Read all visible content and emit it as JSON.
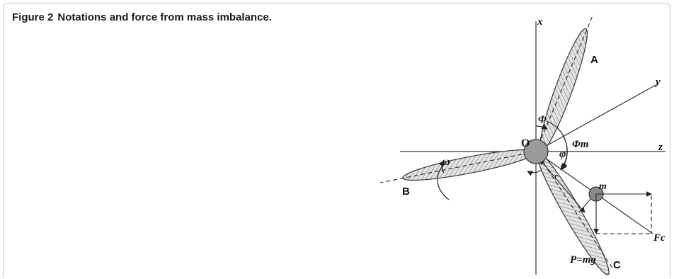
{
  "figure": {
    "number": "Figure 2",
    "title": "Notations and force from mass imbalance."
  },
  "diagram": {
    "origin_label": "O",
    "axes": {
      "x": "x",
      "y": "y",
      "z": "z"
    },
    "blades": {
      "a": "A",
      "b": "B",
      "c": "C"
    },
    "angles": {
      "Phi": "Φ",
      "phi": "φ",
      "Phi_m": "Φm",
      "omega": "ω"
    },
    "mass_label": "m",
    "radius_label": "r",
    "force_centrifugal": "Fc",
    "force_gravity": "P=mg"
  }
}
